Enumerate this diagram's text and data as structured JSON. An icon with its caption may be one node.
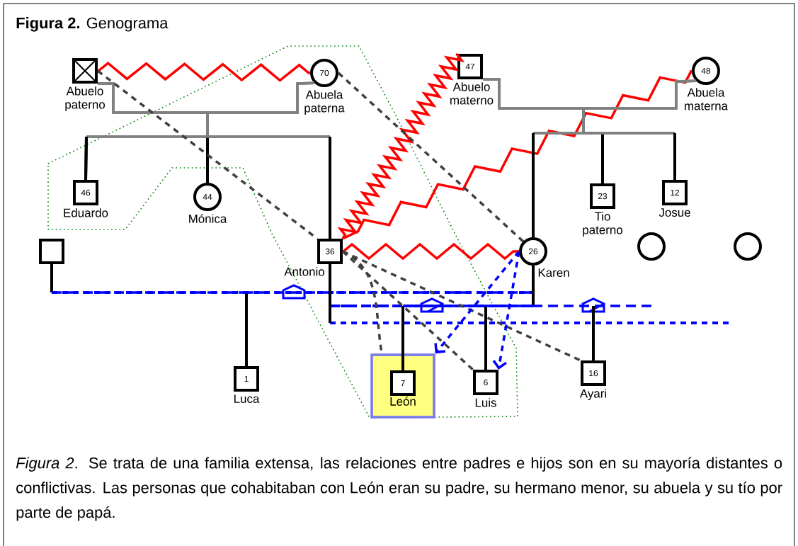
{
  "diagram": {
    "title": "**Figura 2.** Genograma",
    "caption": "*Figura 2*. Se trata de una familia extensa, las relaciones entre padres e hijos son en su mayoría distantes o conflictivas. Las personas que cohabitaban con León eran su padre, su hermano menor, su abuela y su tío por parte de papá.",
    "nodes": [
      {
        "text": [
          "Abuelo paterno"
        ]
      },
      {
        "text": [
          "70",
          "Abuela paterna"
        ]
      },
      {
        "text": [
          "47",
          "Abuelo materno"
        ]
      },
      {
        "text": [
          "48",
          "Abuela materna"
        ]
      },
      {
        "text": [
          "46",
          "Eduardo"
        ]
      },
      {
        "text": [
          "44",
          "Mónica"
        ]
      },
      {
        "text": [
          "36",
          "Antonio"
        ]
      },
      {
        "text": [
          "26",
          "Karen"
        ]
      },
      {
        "text": [
          "23",
          "Tio paterno"
        ]
      },
      {
        "text": [
          "12",
          "Josue"
        ]
      },
      {
        "text": [],
        "shape": "box"
      },
      {
        "text": [],
        "shape": "circle"
      },
      {
        "text": [],
        "shape": "circle"
      },
      {
        "text": [
          "1",
          "Luca"
        ]
      },
      {
        "text": [
          "León"
        ]
      },
      {
        "text": [
          "7"
        ],
        "in": 14
      },
      {
        "text": [
          "6",
          "Luis"
        ]
      },
      {
        "text": [
          "16",
          "Ayari"
        ]
      }
    ],
    "edges": [
      {
        "from": 0,
        "to": 1,
        "arrow": "none",
        "color": "#ff0000"
      },
      {
        "from": 2,
        "to": 6,
        "arrow": "none",
        "color": "#ff0000"
      },
      {
        "from": 3,
        "to": 6,
        "arrow": "none",
        "color": "#ff0000"
      },
      {
        "from": 6,
        "to": 7,
        "arrow": "none",
        "color": "#ff0000"
      },
      {
        "from": 0,
        "to": 4,
        "arrow": "none"
      },
      {
        "from": 0,
        "to": 5,
        "arrow": "none"
      },
      {
        "from": 0,
        "to": 6,
        "arrow": "none"
      },
      {
        "from": 1,
        "to": 4,
        "arrow": "none"
      },
      {
        "from": 1,
        "to": 5,
        "arrow": "none"
      },
      {
        "from": 1,
        "to": 6,
        "arrow": "none"
      },
      {
        "from": 2,
        "to": 7,
        "arrow": "none"
      },
      {
        "from": 2,
        "to": 8,
        "arrow": "none"
      },
      {
        "from": 2,
        "to": 9,
        "arrow": "none"
      },
      {
        "from": 3,
        "to": 7,
        "arrow": "none"
      },
      {
        "from": 3,
        "to": 8,
        "arrow": "none"
      },
      {
        "from": 3,
        "to": 9,
        "arrow": "none"
      },
      {
        "from": 10,
        "to": 7,
        "arrow": "none",
        "style": "dashed",
        "color": "#0000ff"
      },
      {
        "from": 6,
        "to": 7,
        "arrow": "none",
        "style": "dashed",
        "color": "#0000ff"
      },
      {
        "from": 10,
        "to": 13,
        "arrow": "none",
        "color": "#000000"
      },
      {
        "from": 7,
        "to": 13,
        "arrow": "none",
        "color": "#000000"
      },
      {
        "from": 6,
        "to": 15,
        "arrow": "none",
        "color": "#000000"
      },
      {
        "from": 7,
        "to": 15,
        "arrow": "none",
        "color": "#000000"
      },
      {
        "from": 6,
        "to": 16,
        "arrow": "none",
        "color": "#000000"
      },
      {
        "from": 7,
        "to": 16,
        "arrow": "none",
        "color": "#000000"
      },
      {
        "from": 6,
        "to": 17,
        "arrow": "none",
        "color": "#000000"
      },
      {
        "from": 6,
        "to": null,
        "arrow": "none",
        "style": "dashed",
        "color": "#0000ff"
      },
      {
        "from": 0,
        "to": 6,
        "arrow": "none",
        "style": "dashed",
        "color": "#404040"
      },
      {
        "from": 1,
        "to": 7,
        "arrow": "none",
        "style": "dashed",
        "color": "#404040"
      },
      {
        "from": 6,
        "to": 14,
        "arrow": "none",
        "style": "dashed",
        "color": "#404040"
      },
      {
        "from": 6,
        "to": 16,
        "arrow": "none",
        "style": "dashed",
        "color": "#404040"
      },
      {
        "from": 6,
        "to": 17,
        "arrow": "none",
        "style": "dashed",
        "color": "#404040"
      },
      {
        "from": 7,
        "to": 14,
        "arrow": "to",
        "style": "dashed",
        "color": "#0000ff"
      },
      {
        "from": 7,
        "to": 16,
        "arrow": "to",
        "style": "dashed",
        "color": "#0000ff"
      }
    ]
  }
}
